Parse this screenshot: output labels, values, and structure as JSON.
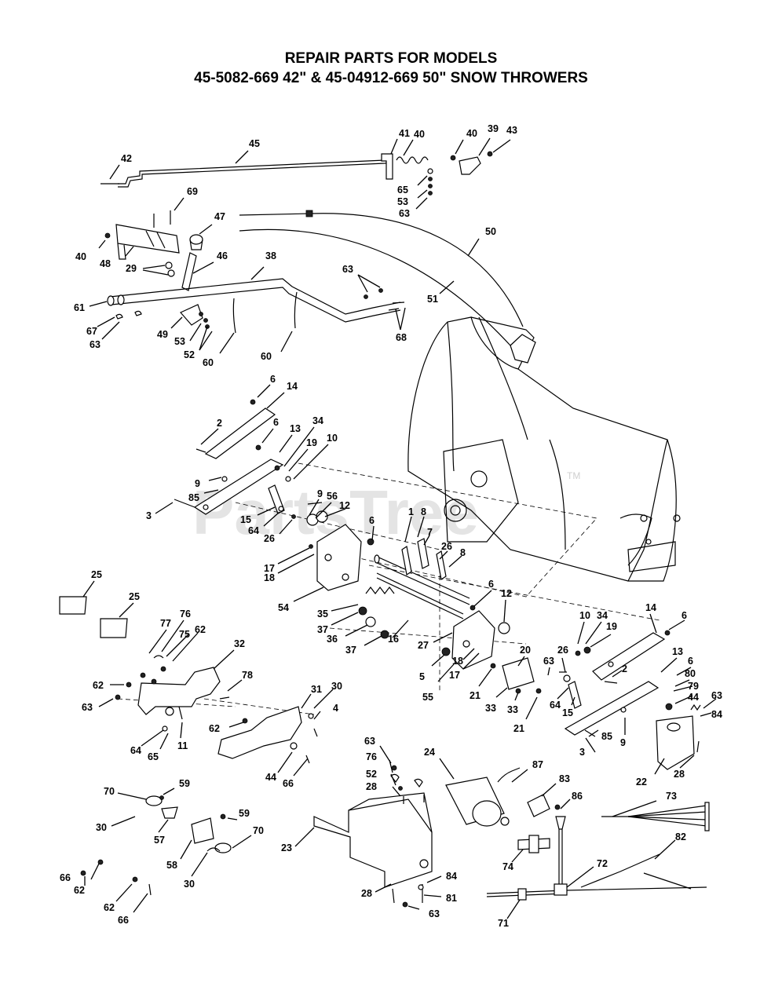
{
  "title": {
    "line1": "REPAIR PARTS FOR MODELS",
    "line2": "45-5082-669 42\" & 45-04912-669 50\" SNOW THROWERS"
  },
  "watermark": {
    "text": "PartsTree",
    "tm": "TM",
    "color": "#cfcfcf"
  },
  "callouts": [
    "42",
    "45",
    "41",
    "40",
    "40",
    "39",
    "43",
    "65",
    "53",
    "63",
    "69",
    "47",
    "40",
    "48",
    "29",
    "46",
    "38",
    "50",
    "63",
    "61",
    "49",
    "53",
    "52",
    "67",
    "63",
    "60",
    "60",
    "51",
    "68",
    "6",
    "14",
    "2",
    "6",
    "13",
    "34",
    "19",
    "10",
    "9",
    "85",
    "3",
    "9",
    "56",
    "12",
    "15",
    "64",
    "26",
    "6",
    "1",
    "8",
    "7",
    "26",
    "8",
    "17",
    "18",
    "54",
    "25",
    "25",
    "35",
    "37",
    "36",
    "37",
    "16",
    "27",
    "6",
    "12",
    "10",
    "34",
    "19",
    "14",
    "6",
    "26",
    "63",
    "20",
    "13",
    "6",
    "2",
    "80",
    "79",
    "44",
    "63",
    "84",
    "77",
    "76",
    "75",
    "62",
    "32",
    "62",
    "78",
    "63",
    "5",
    "55",
    "18",
    "17",
    "21",
    "33",
    "33",
    "21",
    "64",
    "15",
    "85",
    "9",
    "3",
    "22",
    "28",
    "31",
    "30",
    "4",
    "62",
    "64",
    "65",
    "11",
    "44",
    "66",
    "63",
    "76",
    "52",
    "28",
    "24",
    "87",
    "83",
    "86",
    "73",
    "70",
    "59",
    "30",
    "57",
    "58",
    "59",
    "70",
    "30",
    "66",
    "62",
    "62",
    "66",
    "23",
    "28",
    "84",
    "81",
    "63",
    "74",
    "72",
    "82",
    "71"
  ]
}
